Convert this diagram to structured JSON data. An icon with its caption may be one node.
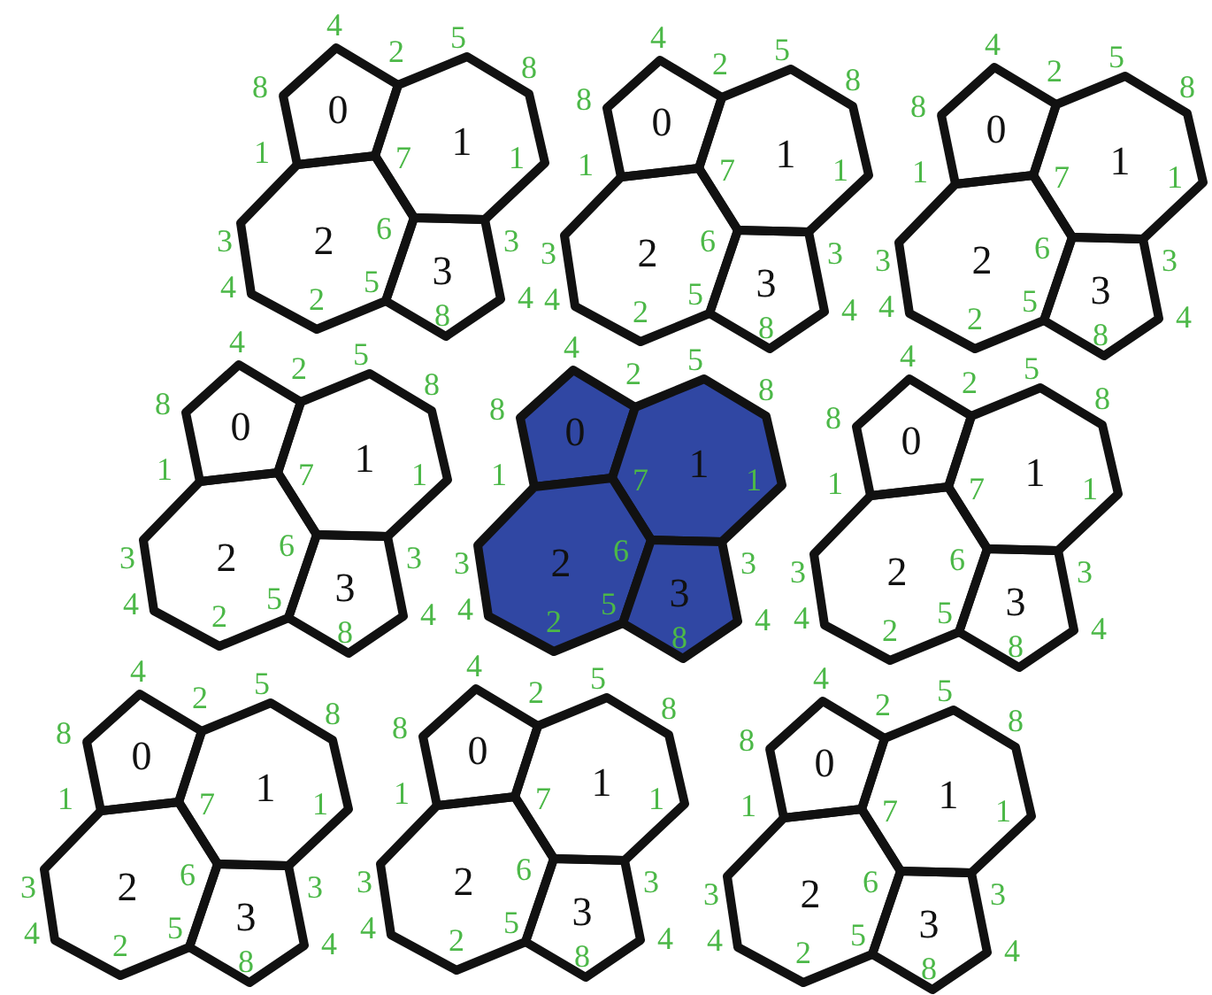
{
  "diagram": {
    "nodes": [
      {
        "text": [
          "0"
        ],
        "beside": [
          "4",
          "2",
          "8",
          "1"
        ]
      },
      {
        "text": [
          "1",
          "7",
          "1"
        ],
        "beside": [
          "5",
          "8"
        ]
      },
      {
        "text": [
          "2",
          "6",
          "5",
          "2"
        ],
        "beside": [
          "3",
          "4"
        ]
      },
      {
        "text": [
          "3",
          "8"
        ],
        "beside": [
          "3",
          "4"
        ]
      },
      {
        "text": [
          "0"
        ],
        "beside": [
          "4",
          "2",
          "8",
          "1"
        ]
      },
      {
        "text": [
          "1",
          "7",
          "1"
        ],
        "beside": [
          "5",
          "8"
        ]
      },
      {
        "text": [
          "2",
          "6",
          "5",
          "2"
        ],
        "beside": [
          "3",
          "4"
        ]
      },
      {
        "text": [
          "3",
          "8"
        ],
        "beside": [
          "3",
          "4"
        ]
      },
      {
        "text": [
          "0"
        ],
        "beside": [
          "4",
          "2",
          "8",
          "1"
        ]
      },
      {
        "text": [
          "1",
          "7",
          "1"
        ],
        "beside": [
          "5",
          "8"
        ]
      },
      {
        "text": [
          "2",
          "6",
          "5",
          "2"
        ],
        "beside": [
          "3",
          "4"
        ]
      },
      {
        "text": [
          "3",
          "8"
        ],
        "beside": [
          "3",
          "4"
        ]
      },
      {
        "text": [
          "0"
        ],
        "beside": [
          "4",
          "2",
          "8",
          "1"
        ]
      },
      {
        "text": [
          "1",
          "7",
          "1"
        ],
        "beside": [
          "5",
          "8"
        ]
      },
      {
        "text": [
          "2",
          "6",
          "5",
          "2"
        ],
        "beside": [
          "3",
          "4"
        ]
      },
      {
        "text": [
          "3",
          "8"
        ],
        "beside": [
          "3",
          "4"
        ]
      },
      {
        "text": [
          "0"
        ],
        "beside": [
          "4",
          "2",
          "8",
          "1"
        ]
      },
      {
        "text": [
          "1",
          "7",
          "1"
        ],
        "beside": [
          "5",
          "8"
        ]
      },
      {
        "text": [
          "2",
          "6",
          "5",
          "2"
        ],
        "beside": [
          "3",
          "4"
        ]
      },
      {
        "text": [
          "3",
          "8"
        ],
        "beside": [
          "3",
          "4"
        ]
      },
      {
        "text": [
          "0"
        ],
        "beside": [
          "4",
          "2",
          "8",
          "1"
        ]
      },
      {
        "text": [
          "1",
          "7",
          "1"
        ],
        "beside": [
          "5",
          "8"
        ]
      },
      {
        "text": [
          "2",
          "6",
          "5",
          "2"
        ],
        "beside": [
          "3",
          "4"
        ]
      },
      {
        "text": [
          "3",
          "8"
        ],
        "beside": [
          "3",
          "4"
        ]
      },
      {
        "text": [
          "0"
        ],
        "beside": [
          "4",
          "2",
          "8",
          "1"
        ]
      },
      {
        "text": [
          "1",
          "7",
          "1"
        ],
        "beside": [
          "5",
          "8"
        ]
      },
      {
        "text": [
          "2",
          "6",
          "5",
          "2"
        ],
        "beside": [
          "3",
          "4"
        ]
      },
      {
        "text": [
          "3",
          "8"
        ],
        "beside": [
          "3",
          "4"
        ]
      },
      {
        "text": [
          "0"
        ],
        "beside": [
          "4",
          "2",
          "8",
          "1"
        ]
      },
      {
        "text": [
          "1",
          "7",
          "1"
        ],
        "beside": [
          "5",
          "8"
        ]
      },
      {
        "text": [
          "2",
          "6",
          "5",
          "2"
        ],
        "beside": [
          "3",
          "4"
        ]
      },
      {
        "text": [
          "3",
          "8"
        ],
        "beside": [
          "3",
          "4"
        ]
      },
      {
        "text": [
          "0"
        ],
        "beside": [
          "4",
          "2",
          "8",
          "1"
        ]
      },
      {
        "text": [
          "1",
          "7",
          "1"
        ],
        "beside": [
          "5",
          "8"
        ]
      },
      {
        "text": [
          "2",
          "6",
          "5",
          "2"
        ],
        "beside": [
          "3",
          "4"
        ]
      },
      {
        "text": [
          "3",
          "8"
        ],
        "beside": [
          "3",
          "4"
        ]
      }
    ]
  }
}
